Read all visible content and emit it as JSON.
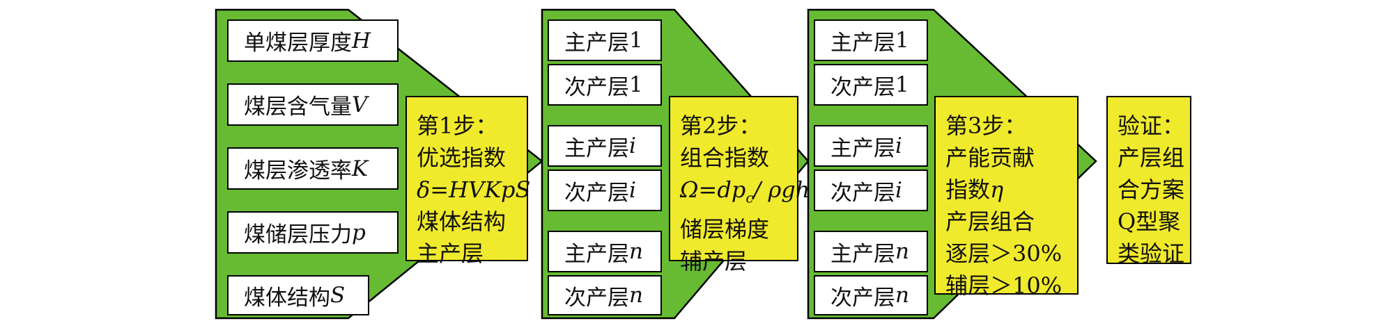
{
  "colors": {
    "panel": "#66bb33",
    "step": "#f0ea2d",
    "box": "#ffffff",
    "stroke": "#000000"
  },
  "panel1": {
    "items": [
      {
        "text": "单煤层厚度",
        "var": "H"
      },
      {
        "text": "煤层含气量",
        "var": "V"
      },
      {
        "text": "煤层渗透率",
        "var": "K"
      },
      {
        "text": "煤储层压力",
        "var": "p"
      },
      {
        "text": "煤体结构",
        "var": "S"
      }
    ],
    "step": {
      "title": "第1步：",
      "line1": "优选指数",
      "formula": "δ=HVKpS",
      "line3": "煤体结构",
      "line4": "主产层"
    }
  },
  "panel2": {
    "items": [
      {
        "text": "主产层",
        "var": "1",
        "italic": false
      },
      {
        "text": "次产层",
        "var": "1",
        "italic": false
      },
      {
        "text": "主产层",
        "var": "i",
        "italic": true
      },
      {
        "text": "次产层",
        "var": "i",
        "italic": true
      },
      {
        "text": "主产层",
        "var": "n",
        "italic": true
      },
      {
        "text": "次产层",
        "var": "n",
        "italic": true
      }
    ],
    "step": {
      "title": "第2步：",
      "line1": "组合指数",
      "formula_a": "Ω=dp",
      "formula_sub": "c",
      "formula_b": "/ ρgh",
      "line3": "储层梯度",
      "line4": "辅产层"
    }
  },
  "panel3": {
    "items": [
      {
        "text": "主产层",
        "var": "1",
        "italic": false
      },
      {
        "text": "次产层",
        "var": "1",
        "italic": false
      },
      {
        "text": "主产层",
        "var": "i",
        "italic": true
      },
      {
        "text": "次产层",
        "var": "i",
        "italic": true
      },
      {
        "text": "主产层",
        "var": "n",
        "italic": true
      },
      {
        "text": "次产层",
        "var": "n",
        "italic": true
      }
    ],
    "step": {
      "title": "第3步：",
      "line1": "产能贡献",
      "line2a": "指数",
      "line2b": "η",
      "line3": "产层组合",
      "line4": "逐层＞30%",
      "line5": "辅层＞10%"
    }
  },
  "verify": {
    "title": "验证：",
    "line1": "产层组",
    "line2": "合方案",
    "line3": "Q型聚",
    "line4": "类验证"
  }
}
